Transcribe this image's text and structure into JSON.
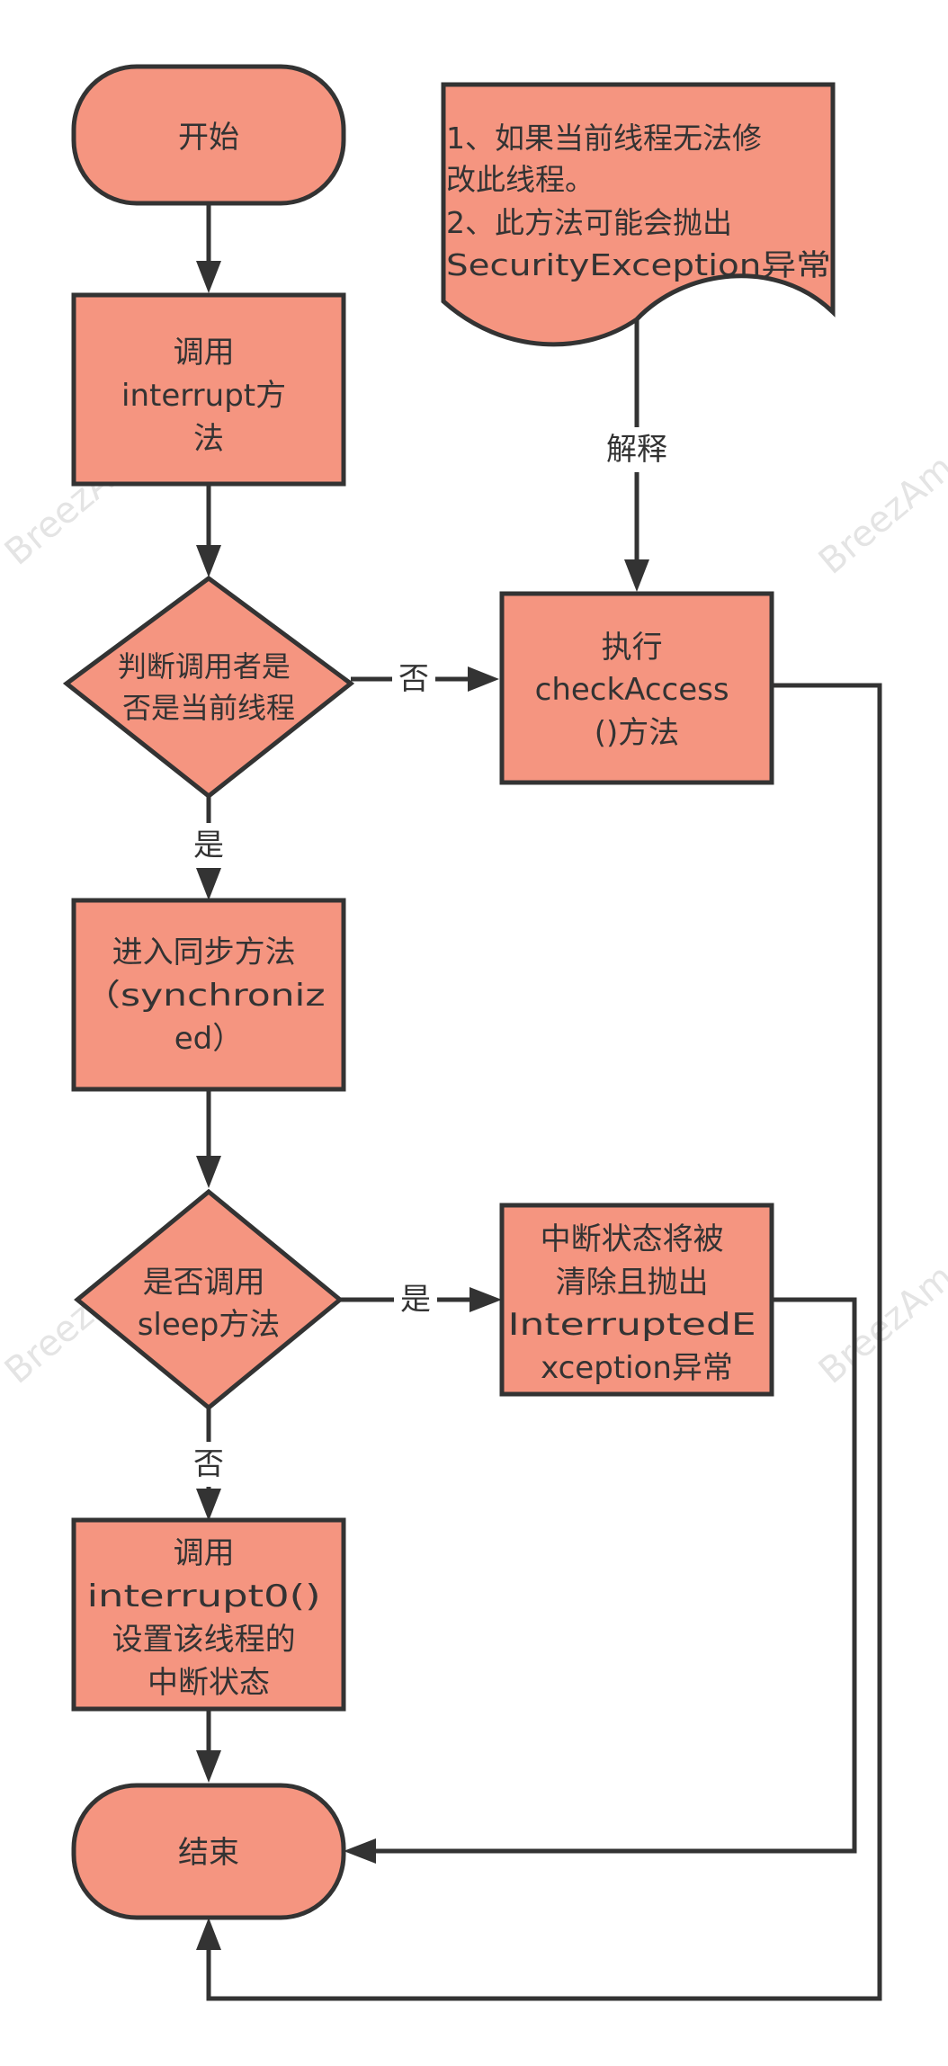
{
  "colors": {
    "node_fill": "#F59580",
    "stroke": "#333333",
    "background": "#ffffff",
    "watermark": "#e4e4e4"
  },
  "watermark": "BreezAm",
  "nodes": {
    "start": {
      "lines": [
        "开始"
      ]
    },
    "call_interrupt": {
      "lines": [
        "调用",
        "interrupt方",
        "法"
      ]
    },
    "check_caller": {
      "lines": [
        "判断调用者是",
        "否是当前线程"
      ]
    },
    "check_access": {
      "lines": [
        "执行",
        "checkAccess",
        "()方法"
      ]
    },
    "note": {
      "lines": [
        "1、如果当前线程无法修",
        "改此线程。",
        "2、此方法可能会抛出",
        "SecurityException异常"
      ]
    },
    "sync": {
      "lines": [
        "进入同步方法",
        "（synchroniz",
        "ed）"
      ]
    },
    "check_sleep": {
      "lines": [
        "是否调用",
        "sleep方法"
      ]
    },
    "clear_interrupt": {
      "lines": [
        "中断状态将被",
        "清除且抛出",
        "InterruptedE",
        "xception异常"
      ]
    },
    "call_interrupt0": {
      "lines": [
        "调用",
        "interrupt0()",
        "设置该线程的",
        "中断状态"
      ]
    },
    "end": {
      "lines": [
        "结束"
      ]
    }
  },
  "edge_labels": {
    "explain": "解释",
    "no_caller": "否",
    "yes_caller": "是",
    "yes_sleep": "是",
    "no_sleep": "否"
  }
}
